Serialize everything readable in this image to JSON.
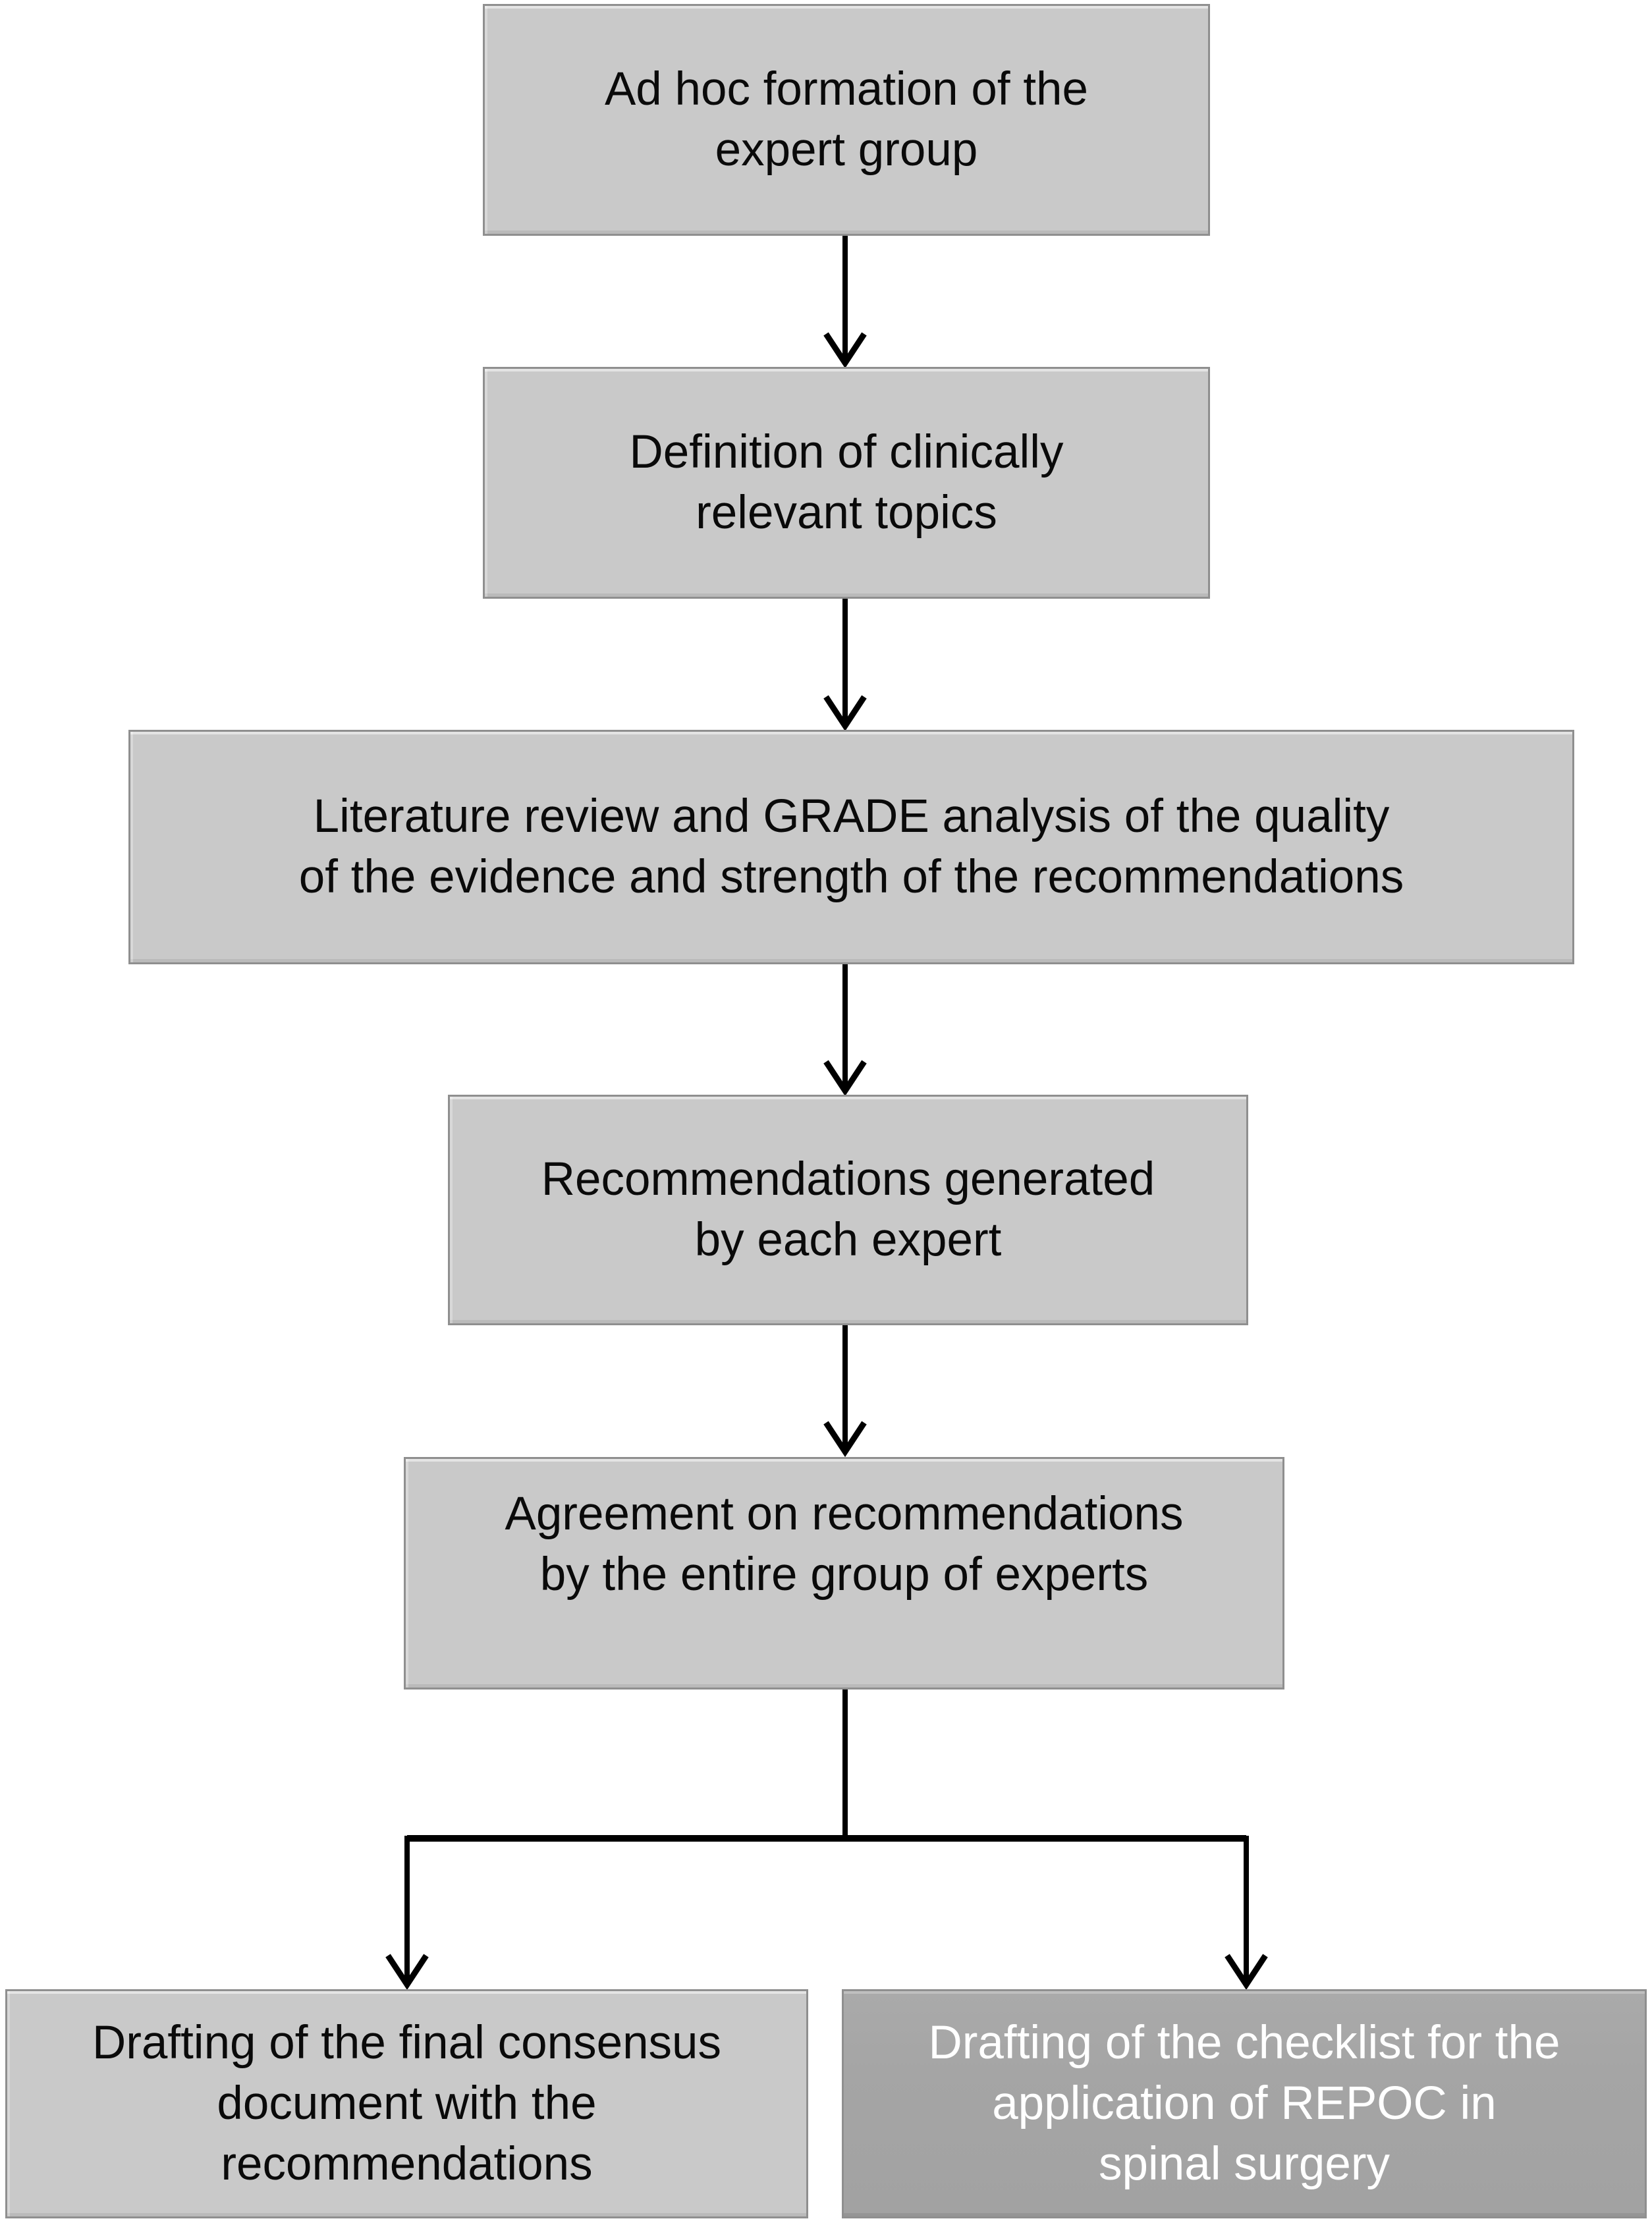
{
  "figure": {
    "type": "flowchart",
    "description": "Consensus methodology flow diagram"
  },
  "colors": {
    "box_fill": "#c9c9c9",
    "box_fill_dark": "#a5a5a5",
    "box_border": "#8f8f8f",
    "arrow": "#000000",
    "text_dark": "#0a0a0a",
    "text_light": "#ffffff",
    "page_bg": "#ffffff"
  },
  "nodes": [
    {
      "id": "ad-hoc-formation",
      "text": "Ad hoc formation of the\nexpert group",
      "style": "light"
    },
    {
      "id": "define-topics",
      "text": "Definition of clinically\nrelevant topics",
      "style": "light"
    },
    {
      "id": "literature-review",
      "text": "Literature review and GRADE analysis of the quality\nof the evidence and strength of the recommendations",
      "style": "light"
    },
    {
      "id": "recommendations",
      "text": "Recommendations generated\nby each expert",
      "style": "light"
    },
    {
      "id": "agreement",
      "text": "Agreement on recommendations\nby the entire group of experts",
      "style": "light"
    },
    {
      "id": "consensus-document",
      "text": "Drafting of the final consensus\ndocument with the\nrecommendations",
      "style": "light"
    },
    {
      "id": "checklist",
      "text": "Drafting of the checklist for the\napplication of REPOC in\nspinal surgery",
      "style": "dark"
    }
  ],
  "edges": [
    {
      "from": "ad-hoc-formation",
      "to": "define-topics"
    },
    {
      "from": "define-topics",
      "to": "literature-review"
    },
    {
      "from": "literature-review",
      "to": "recommendations"
    },
    {
      "from": "recommendations",
      "to": "agreement"
    },
    {
      "from": "agreement",
      "to": "consensus-document"
    },
    {
      "from": "agreement",
      "to": "checklist"
    }
  ]
}
